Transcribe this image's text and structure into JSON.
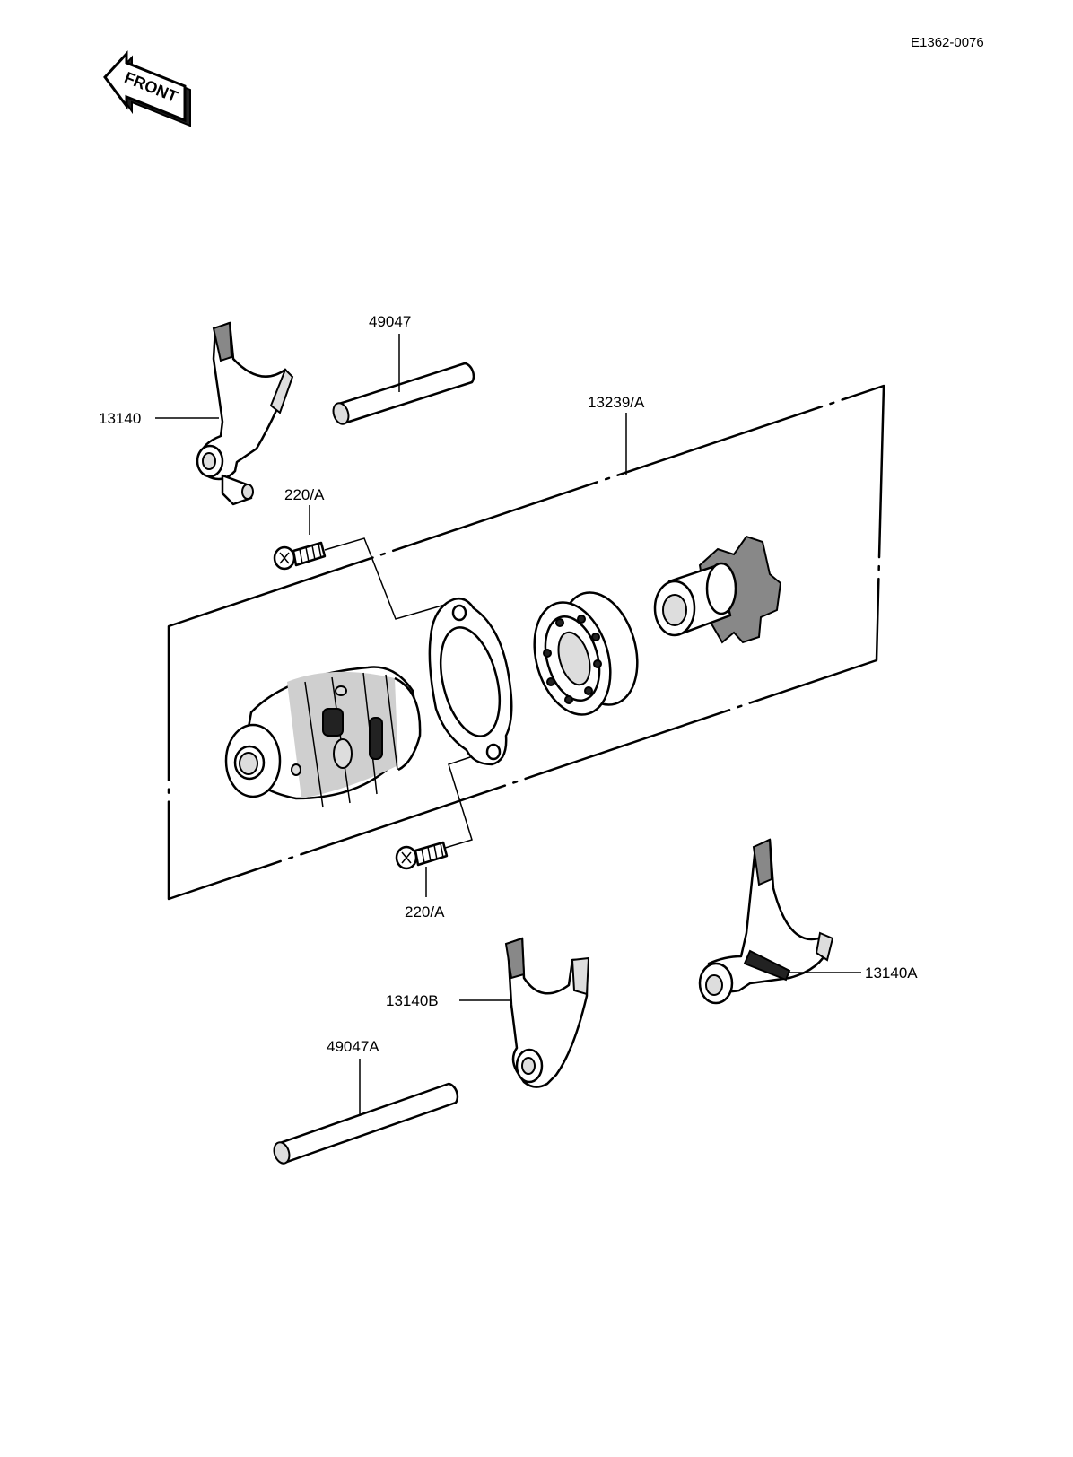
{
  "diagram_id": "E1362-0076",
  "front_label": "FRONT",
  "parts": {
    "fork_upper": "13140",
    "shaft_upper": "49047",
    "drum_assembly": "13239/A",
    "screw_upper": "220/A",
    "screw_lower": "220/A",
    "fork_right": "13140A",
    "fork_lower": "13140B",
    "shaft_lower": "49047A"
  }
}
